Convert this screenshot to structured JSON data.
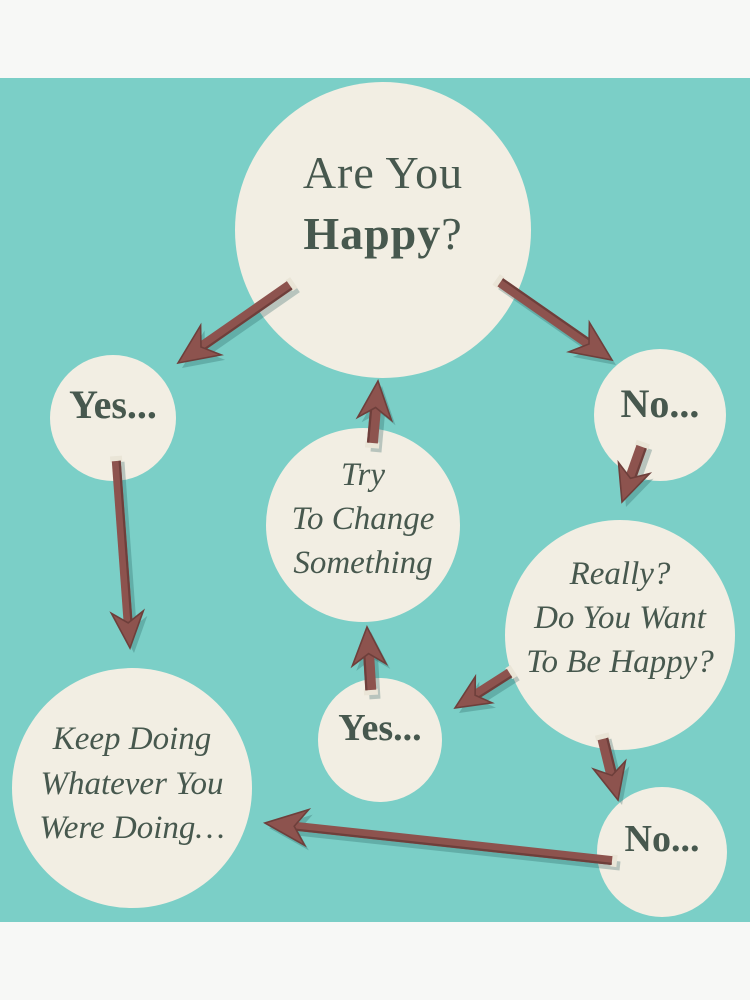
{
  "title": "Are You Happy? flowchart poster",
  "colors": {
    "frame": "#f7f8f6",
    "background": "#7bcfc7",
    "circle": "#f2eee3",
    "text": "#47584e",
    "arrow": "#8d534e",
    "arrow_edge": "#6e3f3b",
    "arrow_shadow": "rgba(35,90,88,0.28)",
    "arrow_tail_cap": "#eae5d7"
  },
  "nodes": {
    "start": {
      "line1": "Are You",
      "word_bold": "Happy",
      "suffix": "?"
    },
    "yes_left": {
      "label": "Yes..."
    },
    "no_right": {
      "label": "No..."
    },
    "try_change": {
      "line1": "Try",
      "line2": "To Change",
      "line3": "Something"
    },
    "really": {
      "line1": "Really?",
      "line2": "Do You Want",
      "line3": "To Be Happy?"
    },
    "yes_small": {
      "label": "Yes..."
    },
    "keep_doing": {
      "line1": "Keep Doing",
      "line2": "Whatever You",
      "line3": "Were Doing…"
    },
    "no_bottom": {
      "label": "No..."
    }
  }
}
